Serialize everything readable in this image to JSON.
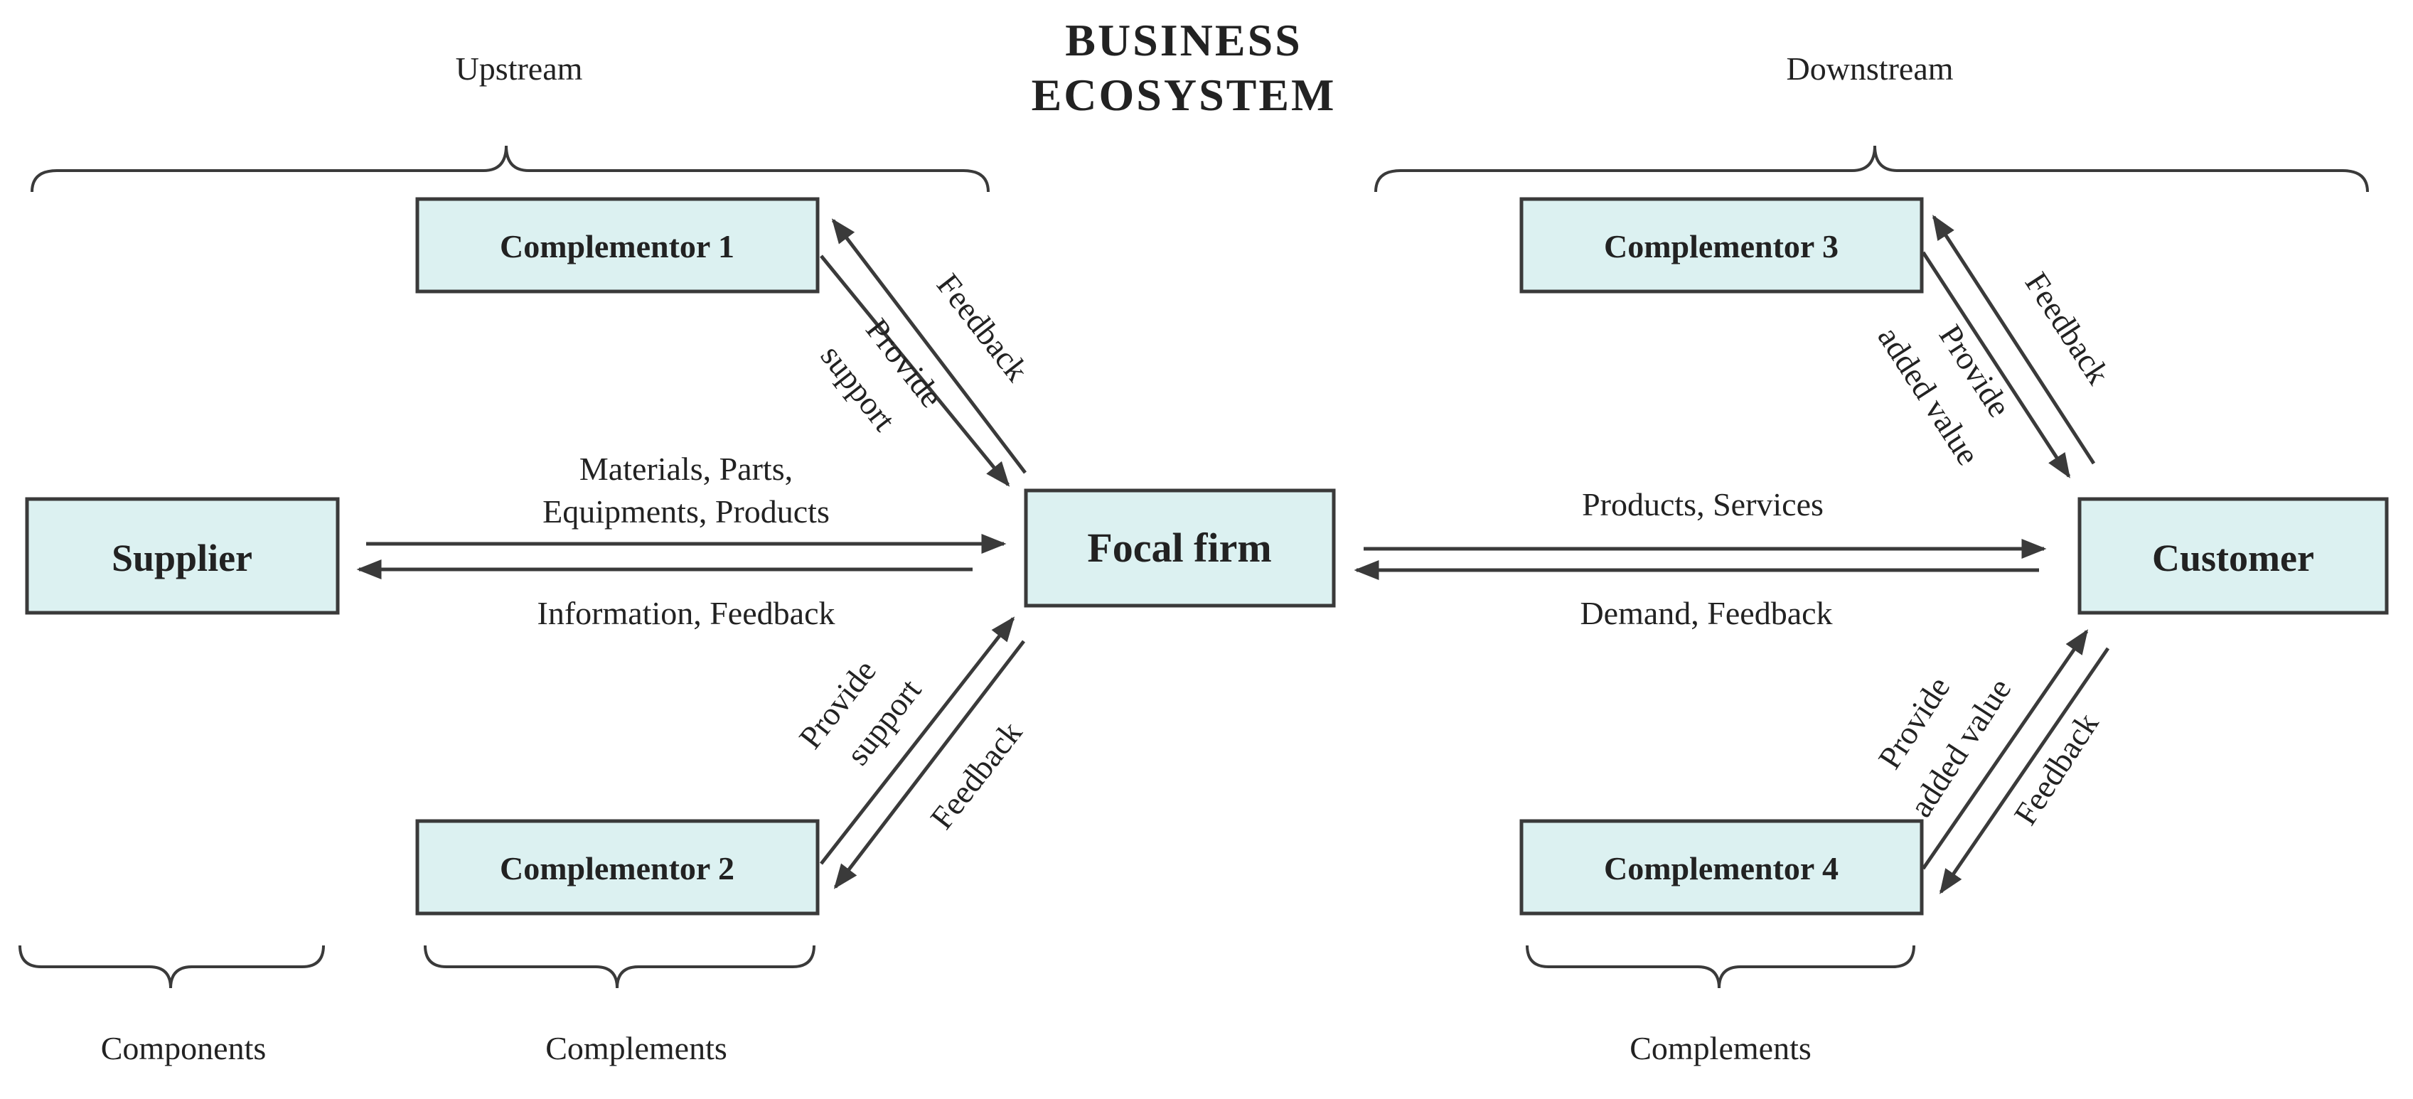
{
  "title": {
    "line1": "BUSINESS",
    "line2": "ECOSYSTEM"
  },
  "sections": {
    "upstream": "Upstream",
    "downstream": "Downstream",
    "components": "Components",
    "complements_left": "Complements",
    "complements_right": "Complements"
  },
  "nodes": {
    "supplier": "Supplier",
    "focal_firm": "Focal firm",
    "customer": "Customer",
    "complementor_1": "Complementor 1",
    "complementor_2": "Complementor 2",
    "complementor_3": "Complementor 3",
    "complementor_4": "Complementor 4"
  },
  "flows": {
    "supplier_to_focal_line1": "Materials, Parts,",
    "supplier_to_focal_line2": "Equipments, Products",
    "focal_to_supplier": "Information, Feedback",
    "focal_to_customer": "Products, Services",
    "customer_to_focal": "Demand, Feedback",
    "c1_support_line1": "Provide",
    "c1_support_line2": "support",
    "c1_feedback": "Feedback",
    "c2_support_line1": "Provide",
    "c2_support_line2": "support",
    "c2_feedback": "Feedback",
    "c3_value_line1": "Provide",
    "c3_value_line2": "added value",
    "c3_feedback": "Feedback",
    "c4_value_line1": "Provide",
    "c4_value_line2": "added value",
    "c4_feedback": "Feedback"
  },
  "colors": {
    "box_fill": "#dcf1f1",
    "stroke": "#3a3a3a",
    "text": "#222222"
  }
}
